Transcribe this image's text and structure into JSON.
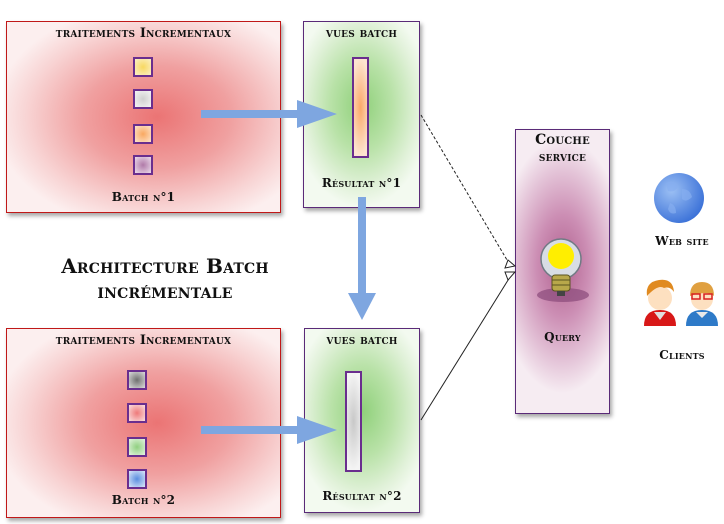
{
  "diagram": {
    "title_line1": "Architecture Batch",
    "title_line2": "incrémentale",
    "batch_boxes": [
      {
        "title": "traitements Incrementaux",
        "label": "Batch n°1",
        "squares": [
          "#f8d860",
          "#d8d8d8",
          "#f9a860",
          "#b07aa8"
        ]
      },
      {
        "title": "traitements Incrementaux",
        "label": "Batch n°2",
        "squares": [
          "#707070",
          "#ee7a7a",
          "#90d080",
          "#5a8ee0"
        ]
      }
    ],
    "view_boxes": [
      {
        "title": "vues batch",
        "label": "Résultat n°1",
        "bar_color": "#fba868"
      },
      {
        "title": "vues batch",
        "label": "Résultat n°2",
        "bar_color": "#c8c8c8"
      }
    ],
    "service": {
      "title_line1": "Couche",
      "title_line2": "service",
      "label": "Query"
    },
    "clients": {
      "website_label": "Web site",
      "clients_label": "Clients"
    },
    "colors": {
      "arrow": "#7ea6e0",
      "batch_border": "#c01818",
      "item_border": "#6a2e8e"
    }
  }
}
